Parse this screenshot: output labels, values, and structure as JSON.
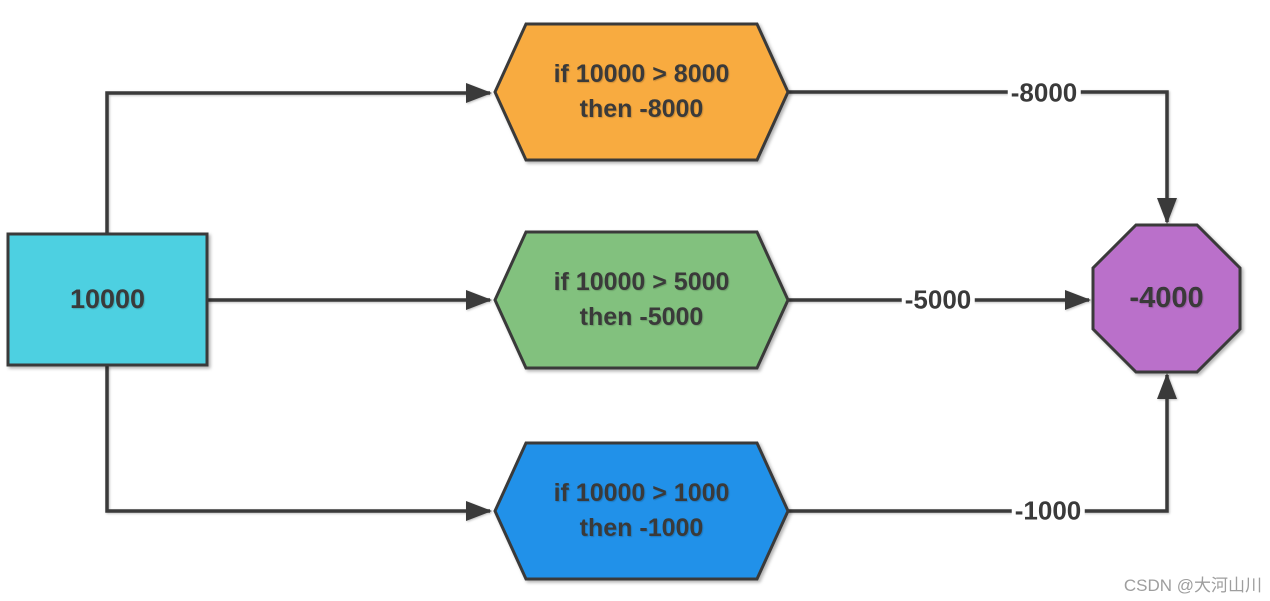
{
  "diagram": {
    "stroke_color": "#3a3a3a",
    "text_color": "#3a3a3a",
    "nodes": {
      "start": {
        "label": "10000",
        "fill": "#4dd0e1",
        "shape": "rectangle"
      },
      "cond1": {
        "line1": "if 10000 > 8000",
        "line2": "then -8000",
        "fill": "#f8ab40",
        "shape": "hexagon"
      },
      "cond2": {
        "line1": "if 10000 > 5000",
        "line2": "then -5000",
        "fill": "#82c17e",
        "shape": "hexagon"
      },
      "cond3": {
        "line1": "if 10000 > 1000",
        "line2": "then -1000",
        "fill": "#2191e9",
        "shape": "hexagon"
      },
      "end": {
        "label": "-4000",
        "fill": "#ba70ca",
        "shape": "octagon"
      }
    },
    "edges": {
      "start_to_cond1": {
        "label": ""
      },
      "start_to_cond2": {
        "label": ""
      },
      "start_to_cond3": {
        "label": ""
      },
      "cond1_to_end": {
        "label": "-8000"
      },
      "cond2_to_end": {
        "label": "-5000"
      },
      "cond3_to_end": {
        "label": "-1000"
      }
    }
  },
  "watermark": {
    "text": "CSDN @大河山川",
    "color": "#9e9e9e"
  }
}
